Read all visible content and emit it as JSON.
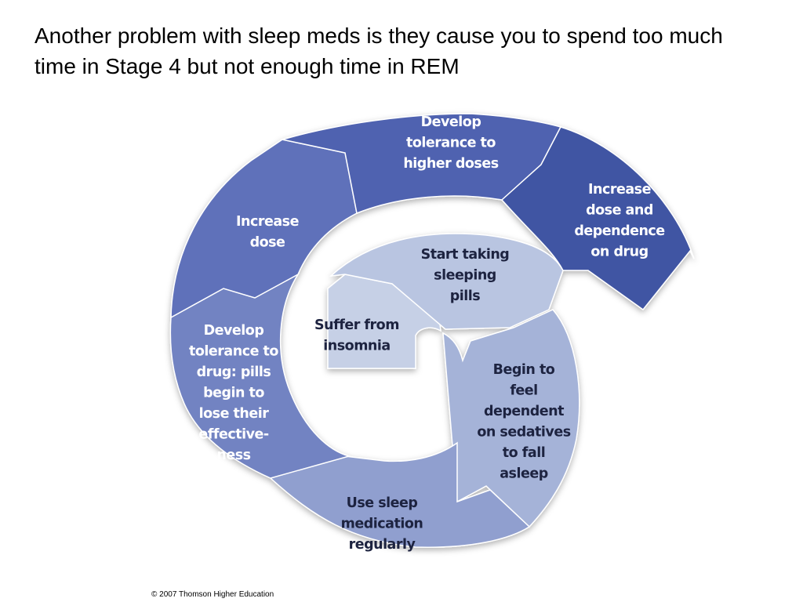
{
  "slide": {
    "title": "Another problem with sleep meds is they cause you to spend too much time in Stage 4 but not enough time in REM",
    "copyright": "© 2007 Thomson Higher Education"
  },
  "cycle": {
    "steps": [
      {
        "name": "suffer-from-insomnia",
        "lines": [
          "Suffer from",
          "insomnia"
        ],
        "fill": "#c6d0e6",
        "text_color": "#1d2340"
      },
      {
        "name": "start-taking-sleeping-pills",
        "lines": [
          "Start taking",
          "sleeping",
          "pills"
        ],
        "fill": "#b9c5e1",
        "text_color": "#1d2340"
      },
      {
        "name": "begin-to-feel-dependent",
        "lines": [
          "Begin to",
          "feel",
          "dependent",
          "on sedatives",
          "to fall",
          "asleep"
        ],
        "fill": "#a5b3d8",
        "text_color": "#1d2340"
      },
      {
        "name": "use-sleep-medication-regularly",
        "lines": [
          "Use sleep",
          "medication",
          "regularly"
        ],
        "fill": "#909fcf",
        "text_color": "#1d2340"
      },
      {
        "name": "develop-tolerance-to-drug",
        "lines": [
          "Develop",
          "tolerance to",
          "drug: pills",
          "begin to",
          "lose their",
          "effective-",
          "ness"
        ],
        "fill": "#7283c2",
        "text_color": "#ffffff"
      },
      {
        "name": "increase-dose",
        "lines": [
          "Increase",
          "dose"
        ],
        "fill": "#5e71ba",
        "text_color": "#ffffff"
      },
      {
        "name": "develop-tolerance-to-higher-doses",
        "lines": [
          "Develop",
          "tolerance to",
          "higher doses"
        ],
        "fill": "#4f62b0",
        "text_color": "#ffffff"
      },
      {
        "name": "increase-dose-and-dependence",
        "lines": [
          "Increase",
          "dose and",
          "dependence",
          "on drug"
        ],
        "fill": "#3f54a3",
        "text_color": "#ffffff"
      }
    ]
  }
}
